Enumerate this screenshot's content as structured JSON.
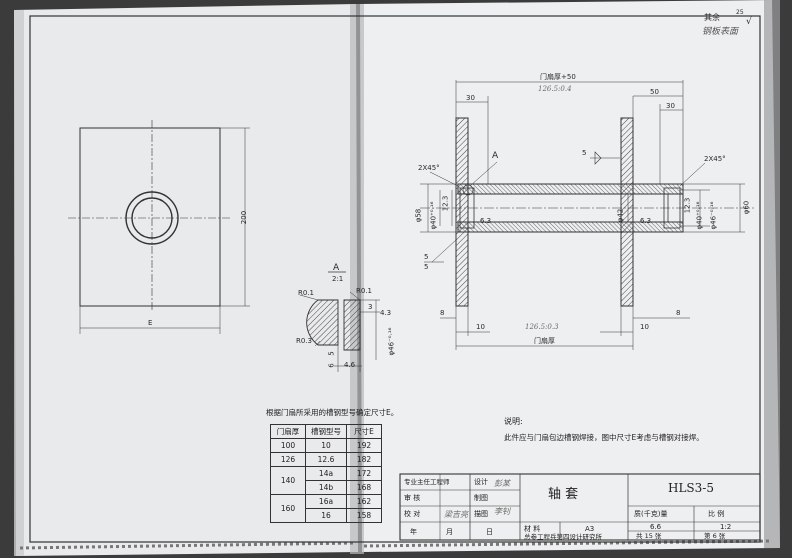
{
  "top_right": {
    "note_label": "其余",
    "roughness": "25",
    "note_sub": "钢板表面"
  },
  "plate_view": {
    "dim_height": "200",
    "dim_width": "E"
  },
  "detail": {
    "label": "A",
    "scale": "2:1",
    "r_top_left": "R0.1",
    "r_top_right": "R0.1",
    "r_bottom": "R0.3",
    "dim_3": "3",
    "dim_43": "4.3",
    "dim_46": "4.6",
    "dim_phi46": "φ46⁻⁰·¹⁶",
    "dim_5": "5",
    "dim_6": "6"
  },
  "section": {
    "top_dim": "门扇厚+50",
    "top_hand": "126.5:0.4",
    "dim_30": "30",
    "dim_50_outer": "50",
    "dim_30_right": "30",
    "chamfer_left": "2X45°",
    "chamfer_right": "2X45°",
    "detail_ref": "A",
    "weld_5": "5",
    "dia_58": "φ58",
    "dia_40_left": "φ40⁺⁰·¹⁶",
    "dia_40_right": "φ40⁺⁰·¹⁶",
    "dia_46_right": "φ46⁻⁰·¹⁶",
    "dim_123_left": "12.3",
    "dim_123_right": "12.3",
    "dim_63_left": "6.3",
    "dim_63_right": "6.3",
    "dia_42": "φ42",
    "dia_60": "φ60",
    "weld_left_5": "5",
    "weld_left_5b": "5",
    "dim_8_left": "8",
    "dim_8_right": "8",
    "dim_10_left": "10",
    "dim_10_right": "10",
    "bottom_hand": "126.5:0.3",
    "bottom_dim": "门扇厚"
  },
  "size_table": {
    "title": "根据门扇所采用的槽钢型号确定尺寸E。",
    "headers": [
      "门扇厚",
      "槽钢型号",
      "尺寸E"
    ],
    "rows": [
      {
        "thick": "100",
        "channel": "10",
        "e": "192"
      },
      {
        "thick": "126",
        "channel": "12.6",
        "e": "182"
      },
      {
        "thick": "140",
        "channel": "14a",
        "e": "172"
      },
      {
        "thick": "",
        "channel": "14b",
        "e": "168"
      },
      {
        "thick": "160",
        "channel": "16a",
        "e": "162"
      },
      {
        "thick": "",
        "channel": "16",
        "e": "158"
      }
    ]
  },
  "notes": {
    "title": "说明:",
    "text": "此件应与门扇包边槽钢焊接，图中尺寸E考虑与槽钢对接焊。"
  },
  "title_block": {
    "chief": "专业主任工程师",
    "audit": "审 核",
    "check": "校 对",
    "design": "设计",
    "drawn": "制图",
    "traced": "描图",
    "sig1": "梁吉亮",
    "sig2": "彭某",
    "sig3": "李钊",
    "part_name": "轴 套",
    "drawing_no": "HLS3-5",
    "material_label": "材 料",
    "material": "A3",
    "weight_label": "质(千克)量",
    "scale_label": "比 例",
    "weight": "6.6",
    "scale": "1:2",
    "chief_eng": "总参工程兵第四设计研究所",
    "year": "年",
    "month": "月",
    "day": "日",
    "sheets_total": "共 15 张",
    "sheet_no": "第 6 张"
  }
}
